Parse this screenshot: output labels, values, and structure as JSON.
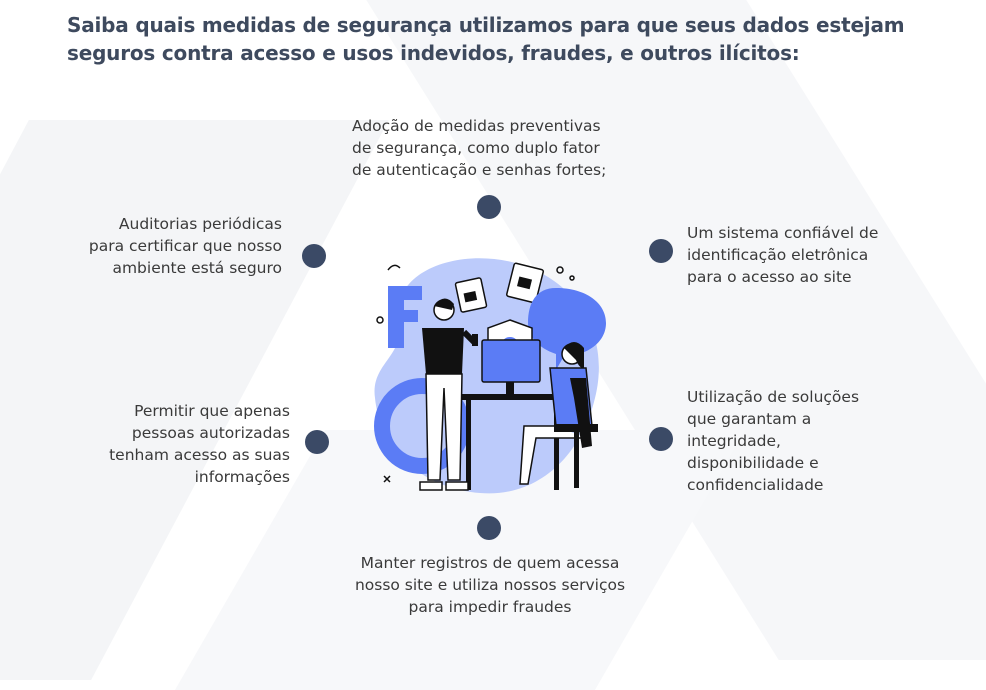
{
  "heading": {
    "line1": "Saiba quais medidas de segurança utilizamos para que seus dados estejam",
    "line2": "seguros contra acesso e usos indevidos, fraudes, e outros ilícitos:"
  },
  "items": {
    "top": [
      "Adoção de medidas preventivas",
      "de segurança, como duplo fator",
      "de autenticação e senhas fortes;"
    ],
    "left_top": [
      "Auditorias periódicas",
      "para certificar que nosso",
      "ambiente está seguro"
    ],
    "right_top": [
      "Um sistema confiável de",
      "identificação eletrônica",
      "para o acesso ao site"
    ],
    "left_bottom": [
      "Permitir que apenas",
      "pessoas autorizadas",
      "tenham acesso as suas",
      "informações"
    ],
    "right_bottom": [
      "Utilização de soluções",
      "que garantam a",
      "integridade,",
      "disponibilidade e",
      "confidencialidade"
    ],
    "bottom": [
      "Manter registros de quem acessa",
      "nosso site e utiliza nossos serviços",
      "para impedir fraudes"
    ]
  },
  "colors": {
    "heading": "#3e4a5e",
    "dot": "#3b4a66",
    "accent": "#5b7cf5",
    "blob": "#bccbfb"
  },
  "illustration": {
    "icons": [
      "shield-check-icon",
      "monitor-icon",
      "padlock-icon",
      "chat-bubble-icon"
    ]
  }
}
